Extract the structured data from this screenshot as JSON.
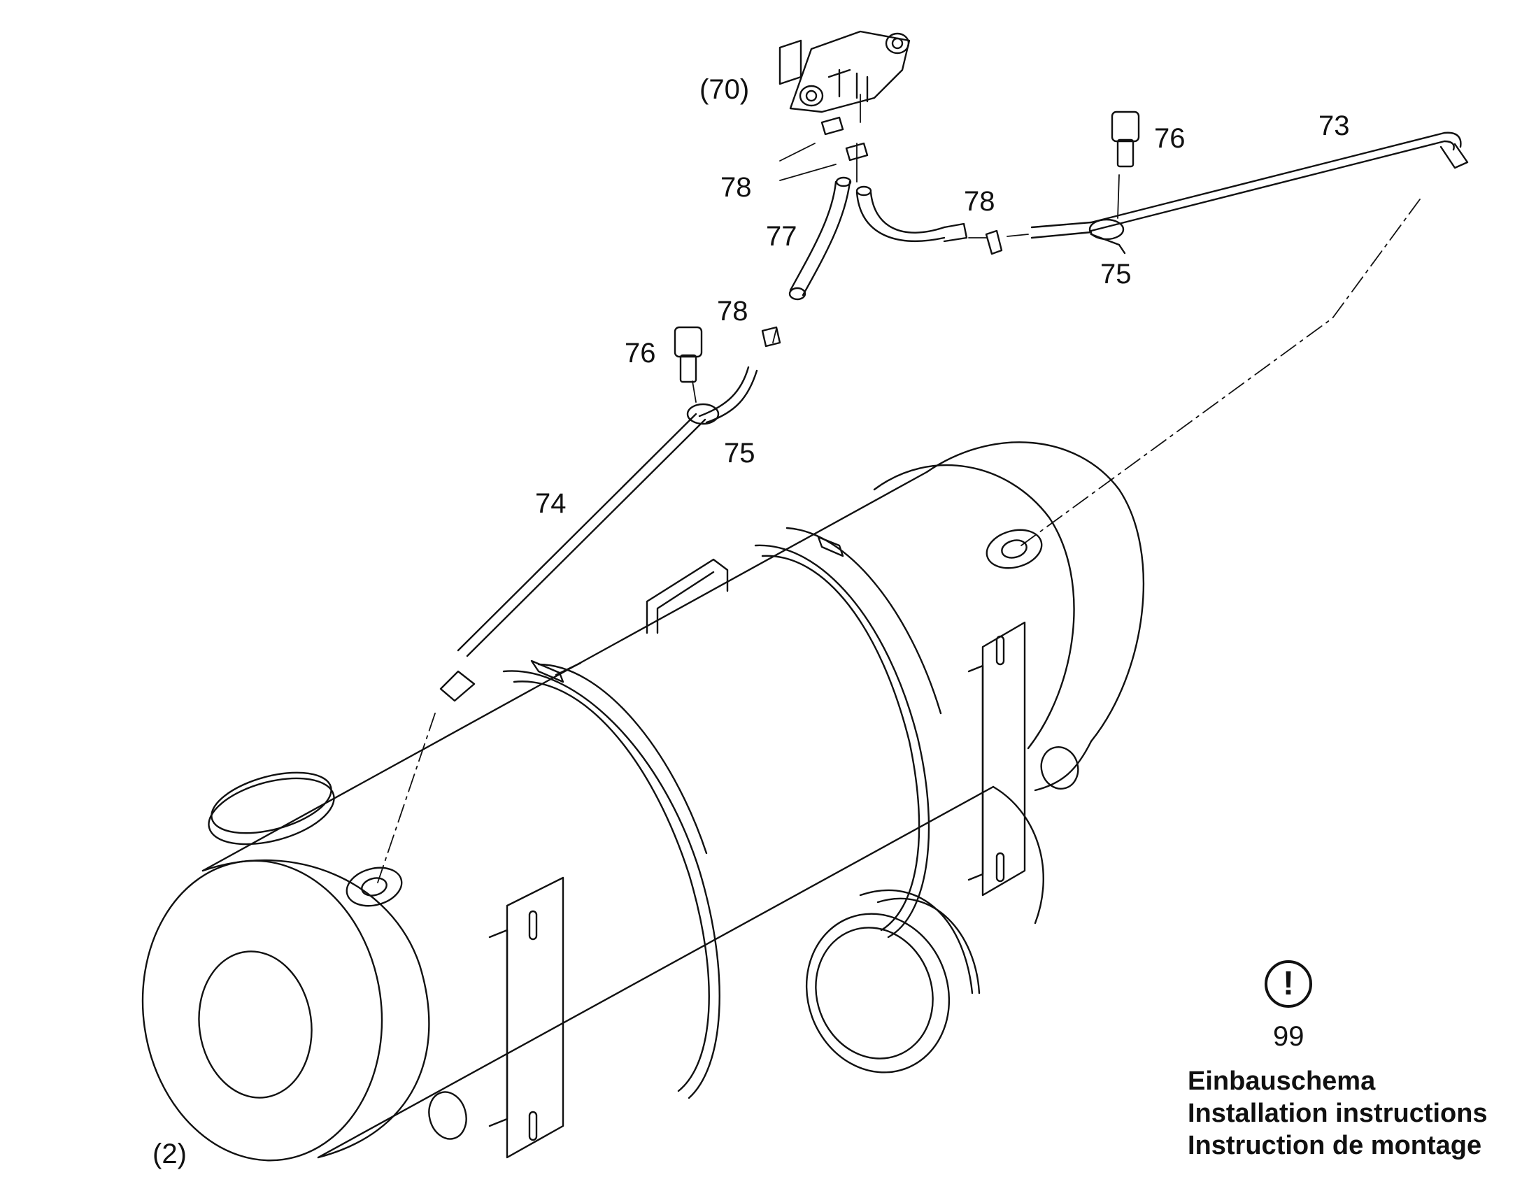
{
  "callouts": {
    "p70": "(70)",
    "p76a": "76",
    "p73": "73",
    "p78a": "78",
    "p78b": "78",
    "p77": "77",
    "p75a": "75",
    "p78c": "78",
    "p76b": "76",
    "p75b": "75",
    "p74": "74",
    "p2": "(2)"
  },
  "note": {
    "symbol": "!",
    "number": "99",
    "line1": "Einbauschema",
    "line2": "Installation instructions",
    "line3": "Instruction de montage"
  }
}
